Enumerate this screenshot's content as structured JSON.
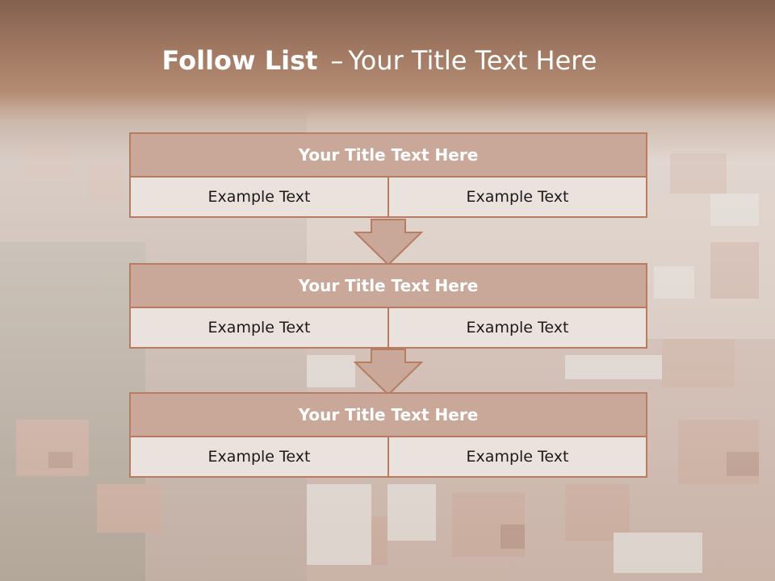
{
  "title": {
    "bold": "Follow List",
    "separator": "–",
    "rest": "Your Title Text Here"
  },
  "blocks": [
    {
      "heading": "Your Title Text Here",
      "cells": [
        "Example Text",
        "Example Text"
      ]
    },
    {
      "heading": "Your Title Text Here",
      "cells": [
        "Example Text",
        "Example Text"
      ]
    },
    {
      "heading": "Your Title Text Here",
      "cells": [
        "Example Text",
        "Example Text"
      ]
    }
  ],
  "colors": {
    "header_band": "#8a6554",
    "block_fill": "#c9a899",
    "block_border": "#b67d62",
    "cell_fill": "#ece2dd"
  }
}
